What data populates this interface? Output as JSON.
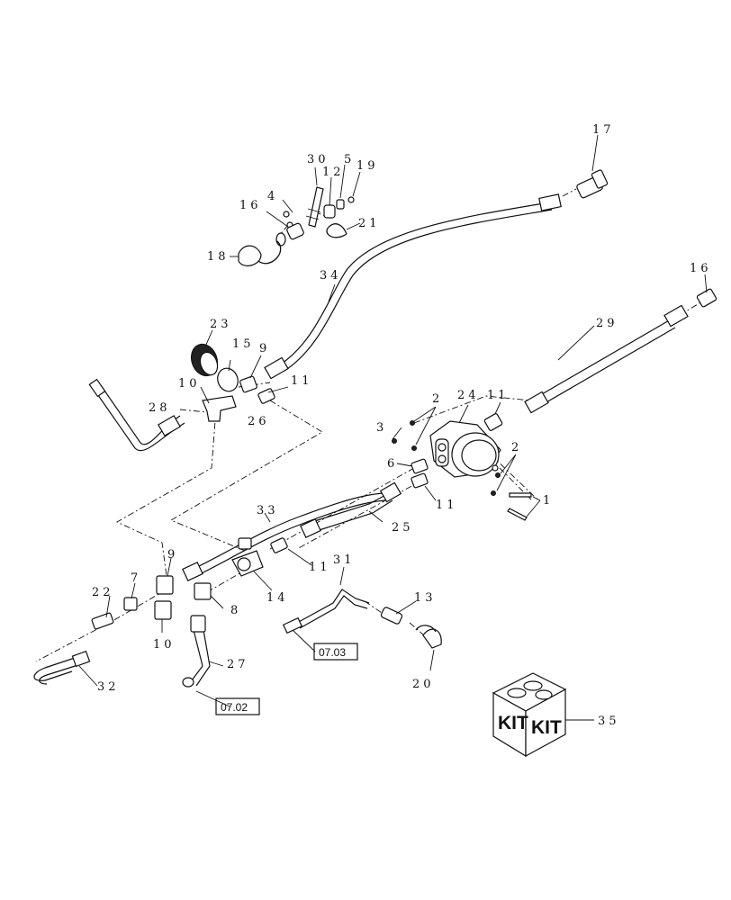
{
  "callouts": {
    "c1": "1",
    "c2a": "2",
    "c2b": "2",
    "c3": "3",
    "c4": "4",
    "c5": "5",
    "c6": "6",
    "c7": "7",
    "c8": "8",
    "c9a": "9",
    "c9b": "9",
    "c10a": "10",
    "c10b": "10",
    "c11a": "11",
    "c11b": "11",
    "c11c": "11",
    "c11d": "11",
    "c12": "12",
    "c13": "13",
    "c14": "14",
    "c15": "15",
    "c16a": "16",
    "c16b": "16",
    "c17": "17",
    "c18": "18",
    "c19": "19",
    "c20": "20",
    "c21": "21",
    "c22": "22",
    "c23": "23",
    "c24": "24",
    "c25": "25",
    "c26": "26",
    "c27": "27",
    "c28": "28",
    "c29": "29",
    "c30": "30",
    "c31": "31",
    "c32": "32",
    "c33": "33",
    "c34": "34",
    "c35": "35"
  },
  "references": {
    "ref_0702": "07.02",
    "ref_0703": "07.03"
  },
  "kit": {
    "label_left": "KIT",
    "label_right": "KIT"
  }
}
